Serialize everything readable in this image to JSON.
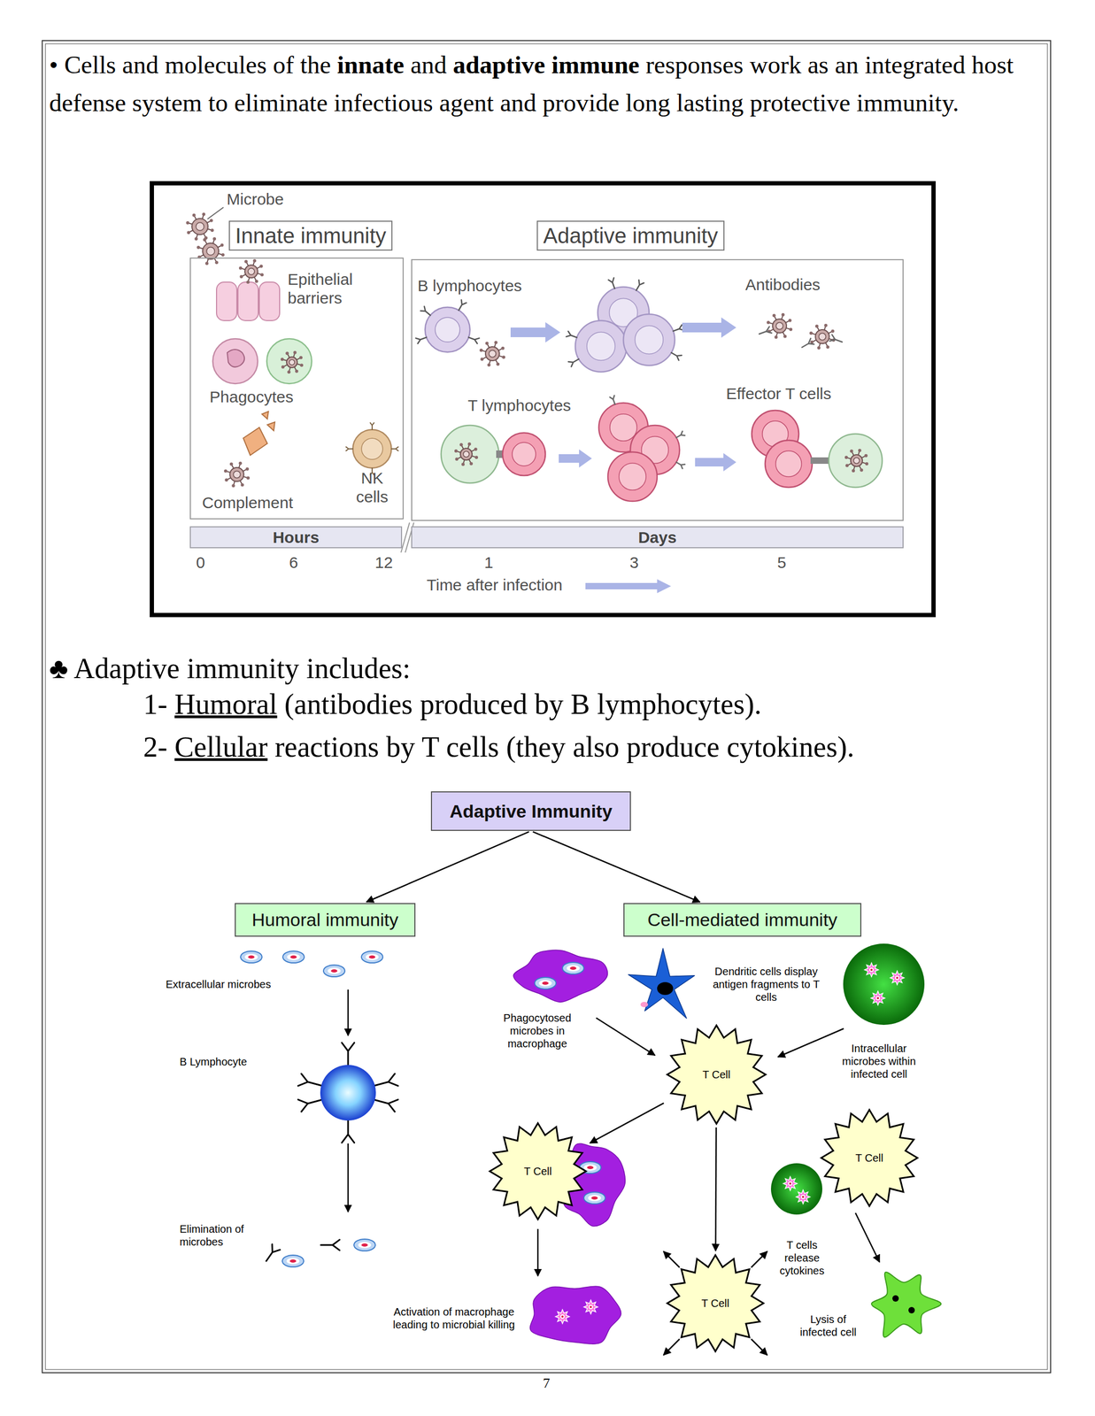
{
  "diagram": {
    "nodes": [
      {
        "text": [
          "Innate immunity"
        ]
      },
      {
        "text": [
          "Adaptive immunity"
        ]
      },
      {
        "text": [
          "Hours"
        ]
      },
      {
        "text": [
          "Days"
        ]
      },
      {
        "text": [
          "Adaptive Immunity"
        ]
      },
      {
        "text": [
          "Humoral immunity"
        ]
      },
      {
        "text": [
          "Cell-mediated immunity"
        ]
      },
      {
        "text": [
          "T Cell"
        ]
      },
      {
        "text": [
          "T Cell"
        ]
      },
      {
        "text": [
          "T Cell"
        ]
      },
      {
        "text": [
          "T Cell"
        ]
      }
    ],
    "edges": [
      {
        "from": 4,
        "to": 5,
        "arrow": "to"
      },
      {
        "from": 4,
        "to": 6,
        "arrow": "to"
      },
      {
        "from": 7,
        "to": 8,
        "arrow": "to"
      },
      {
        "from": 7,
        "to": 10,
        "arrow": "to"
      }
    ],
    "labels": [
      "• Cells and molecules of the",
      "innate",
      "and",
      "adaptive immune",
      "responses work as an integrated host defense system to eliminate infectious agent and provide long lasting protective immunity.",
      "Microbe",
      "Epithelial barriers",
      "Phagocytes",
      "Complement",
      "NK cells",
      "B lymphocytes",
      "Antibodies",
      "T lymphocytes",
      "Effector T cells",
      "0",
      "6",
      "12",
      "1",
      "3",
      "5",
      "Time after infection",
      "♣ Adaptive immunity includes:",
      "1-",
      "Humoral",
      "(antibodies produced by B lymphocytes).",
      "2-",
      "Cellular",
      "reactions by T cells (they also produce cytokines).",
      "Extracellular microbes",
      "B Lymphocyte",
      "Elimination of microbes",
      "Phagocytosed microbes in macrophage",
      "Dendritic cells display antigen fragments to T cells",
      "Intracellular microbes within infected cell",
      "T cells release cytokines",
      "Activation of macrophage leading to microbial killing",
      "Lysis of infected cell",
      "7"
    ]
  }
}
